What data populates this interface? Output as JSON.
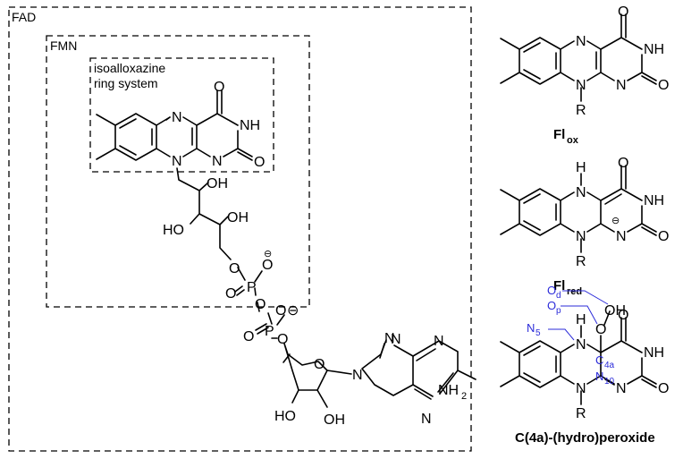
{
  "boxes": {
    "fad": "FAD",
    "fmn": "FMN",
    "ring_line1": "isoalloxazine",
    "ring_line2": "ring system"
  },
  "atoms": {
    "N": "N",
    "NH": "NH",
    "O": "O",
    "H": "H",
    "R": "R",
    "OH": "OH",
    "HO": "HO",
    "P": "P",
    "NH2_main": "NH",
    "two": "2",
    "minus": "⊖"
  },
  "structures": {
    "ox": {
      "name": "Fl",
      "sub": "ox"
    },
    "red": {
      "name": "Fl",
      "sub": "red"
    },
    "peroxide": {
      "name": "C(4a)-(hydro)peroxide"
    }
  },
  "annotations": {
    "o": "O",
    "d": "d",
    "p": "p",
    "n": "N",
    "five": "5",
    "ten": "10",
    "c": "C",
    "fourA": "4a"
  },
  "colors": {
    "ink": "#000000",
    "annotation": "#2b2bd9"
  }
}
